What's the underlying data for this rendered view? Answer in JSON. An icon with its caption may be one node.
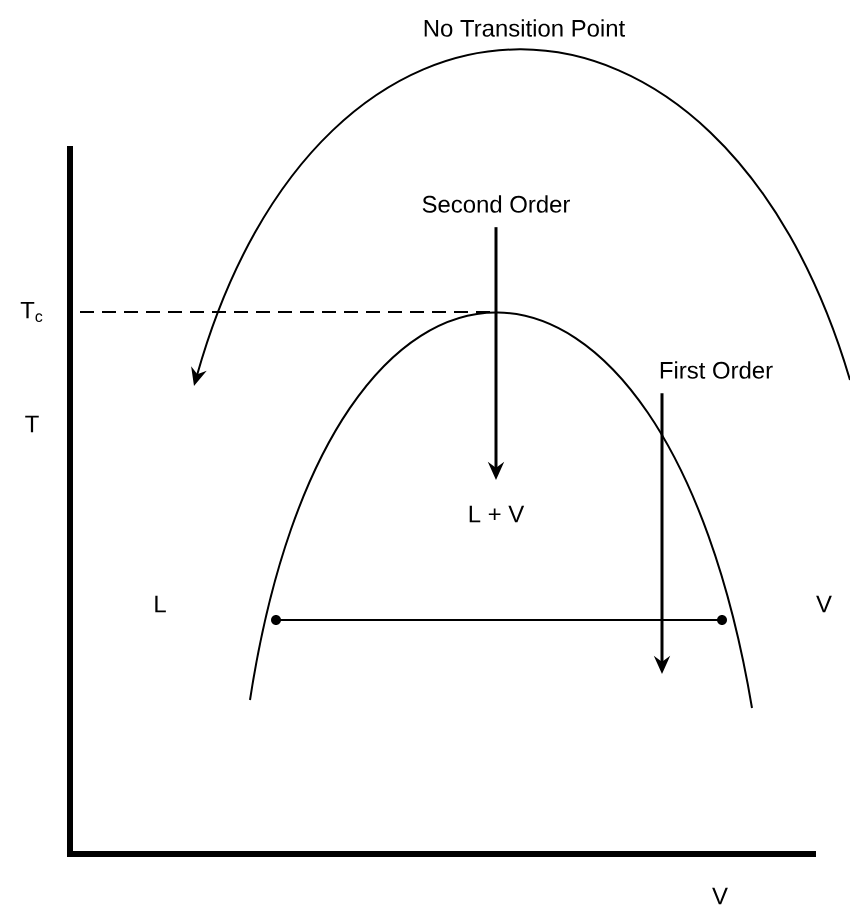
{
  "diagram": {
    "nodes": [
      {
        "text": [
          "Second Order"
        ]
      },
      {
        "text": [
          "First Order"
        ]
      }
    ],
    "edges": [
      {
        "from": 0,
        "to": null,
        "arrow": "to"
      },
      {
        "from": 1,
        "to": null,
        "arrow": "to"
      }
    ],
    "labels": [
      "No Transition Point",
      "T$_{c}$",
      "T",
      "L + V",
      "L",
      "V",
      "V"
    ]
  }
}
